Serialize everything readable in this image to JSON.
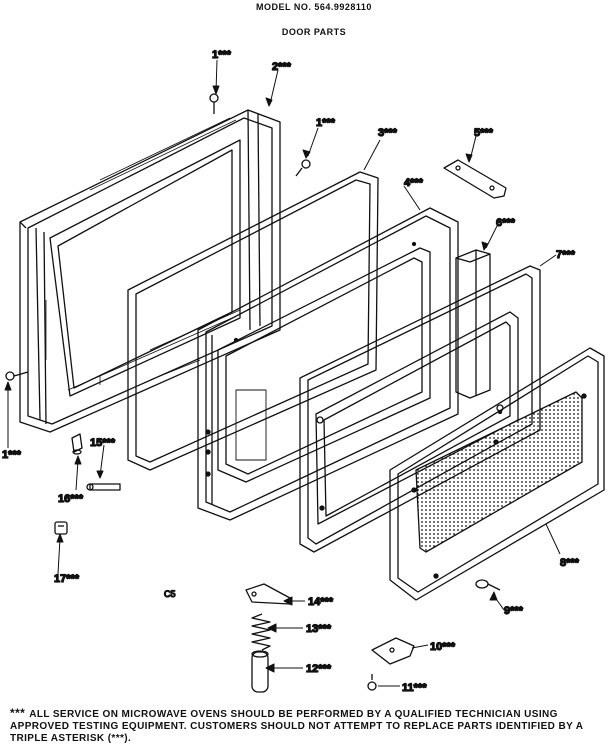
{
  "header": {
    "model": "MODEL NO. 564.9928110",
    "section": "DOOR PARTS"
  },
  "page_code": "C5",
  "parts": [
    {
      "callout": "1***"
    },
    {
      "callout": "2***"
    },
    {
      "callout": "1***"
    },
    {
      "callout": "3***"
    },
    {
      "callout": "4***"
    },
    {
      "callout": "5***"
    },
    {
      "callout": "6***"
    },
    {
      "callout": "7***"
    },
    {
      "callout": "8***"
    },
    {
      "callout": "9***"
    },
    {
      "callout": "10***"
    },
    {
      "callout": "11***"
    },
    {
      "callout": "12***"
    },
    {
      "callout": "13***"
    },
    {
      "callout": "14***"
    },
    {
      "callout": "15***"
    },
    {
      "callout": "16***"
    },
    {
      "callout": "17***"
    },
    {
      "callout": "1***"
    }
  ],
  "footnote": {
    "marker": "***",
    "text": "ALL SERVICE ON MICROWAVE OVENS SHOULD BE PERFORMED BY A QUALIFIED TECHNICIAN USING APPROVED TESTING EQUIPMENT. CUSTOMERS SHOULD NOT ATTEMPT TO REPLACE PARTS IDENTIFIED BY A TRIPLE ASTERISK (***)."
  }
}
